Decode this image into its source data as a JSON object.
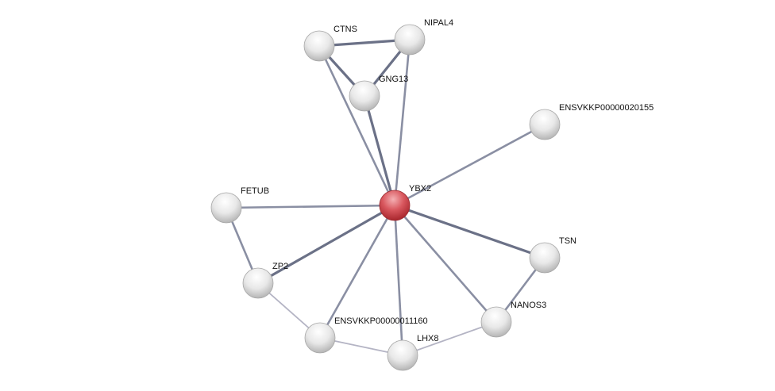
{
  "network": {
    "center_node": "YBX2",
    "nodes": [
      {
        "id": "CTNS",
        "label": "CTNS",
        "color": "#e6e6e6"
      },
      {
        "id": "NIPAL4",
        "label": "NIPAL4",
        "color": "#e6e6e6"
      },
      {
        "id": "GNG13",
        "label": "GNG13",
        "color": "#e6e6e6"
      },
      {
        "id": "ENSVKKP00000020155",
        "label": "ENSVKKP00000020155",
        "color": "#e6e6e6"
      },
      {
        "id": "YBX2",
        "label": "YBX2",
        "color": "#d9474f"
      },
      {
        "id": "FETUB",
        "label": "FETUB",
        "color": "#e6e6e6"
      },
      {
        "id": "TSN",
        "label": "TSN",
        "color": "#e6e6e6"
      },
      {
        "id": "ZP2",
        "label": "ZP2",
        "color": "#e6e6e6"
      },
      {
        "id": "NANOS3",
        "label": "NANOS3",
        "color": "#e6e6e6"
      },
      {
        "id": "ENSVKKP00000011160",
        "label": "ENSVKKP00000011160",
        "color": "#e6e6e6"
      },
      {
        "id": "LHX8",
        "label": "LHX8",
        "color": "#e6e6e6"
      }
    ],
    "edges": [
      {
        "source": "CTNS",
        "target": "NIPAL4",
        "strength": "strong"
      },
      {
        "source": "CTNS",
        "target": "GNG13",
        "strength": "strong"
      },
      {
        "source": "NIPAL4",
        "target": "GNG13",
        "strength": "strong"
      },
      {
        "source": "CTNS",
        "target": "YBX2",
        "strength": "medium"
      },
      {
        "source": "GNG13",
        "target": "YBX2",
        "strength": "strong"
      },
      {
        "source": "NIPAL4",
        "target": "YBX2",
        "strength": "medium"
      },
      {
        "source": "ENSVKKP00000020155",
        "target": "YBX2",
        "strength": "medium"
      },
      {
        "source": "FETUB",
        "target": "YBX2",
        "strength": "medium"
      },
      {
        "source": "FETUB",
        "target": "ZP2",
        "strength": "medium"
      },
      {
        "source": "ZP2",
        "target": "YBX2",
        "strength": "strong"
      },
      {
        "source": "ENSVKKP00000011160",
        "target": "YBX2",
        "strength": "medium"
      },
      {
        "source": "LHX8",
        "target": "YBX2",
        "strength": "medium"
      },
      {
        "source": "NANOS3",
        "target": "YBX2",
        "strength": "medium"
      },
      {
        "source": "TSN",
        "target": "YBX2",
        "strength": "strong"
      },
      {
        "source": "TSN",
        "target": "NANOS3",
        "strength": "medium"
      },
      {
        "source": "ZP2",
        "target": "ENSVKKP00000011160",
        "strength": "weak"
      },
      {
        "source": "ENSVKKP00000011160",
        "target": "LHX8",
        "strength": "weak"
      },
      {
        "source": "LHX8",
        "target": "NANOS3",
        "strength": "weak"
      }
    ],
    "edge_colors": {
      "strong": "#6b7187",
      "medium": "#8a8fa3",
      "weak": "#b4b4c4"
    }
  }
}
